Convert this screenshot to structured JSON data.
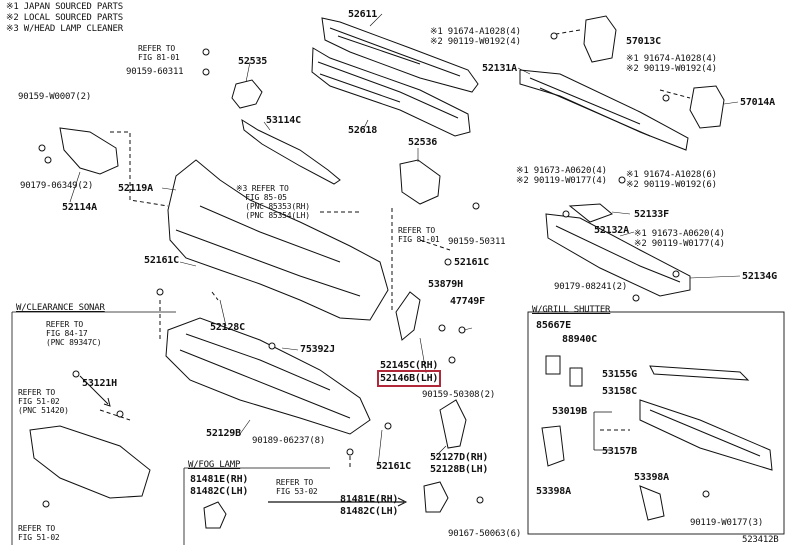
{
  "notes": [
    "※1 JAPAN SOURCED PARTS",
    "※2 LOCAL SOURCED PARTS",
    "※3 W/HEAD LAMP CLEANER"
  ],
  "labels": {
    "p52611": "52611",
    "p52618": "52618",
    "p52535": "52535",
    "p53114C": "53114C",
    "p52536": "52536",
    "p52131A": "52131A",
    "p57013C": "57013C",
    "p57014A": "57014A",
    "p52133F": "52133F",
    "p52132A": "52132A",
    "p52134G": "52134G",
    "p52119A": "52119A",
    "p52114A": "52114A",
    "p52161C_a": "52161C",
    "p52161C_b": "52161C",
    "p52161C_c": "52161C",
    "p52128C": "52128C",
    "p53879H": "53879H",
    "p47749F": "47749F",
    "p75392J": "75392J",
    "p52145C": "52145C(RH)",
    "p52146B": "52146B(LH)",
    "p53121H": "53121H",
    "p52129B": "52129B",
    "p52127D": "52127D(RH)",
    "p52128B": "52128B(LH)",
    "p85667E": "85667E",
    "p88940C": "88940C",
    "p53155G": "53155G",
    "p53158C": "53158C",
    "p53019B": "53019B",
    "p53157B": "53157B",
    "p53398A_a": "53398A",
    "p53398A_b": "53398A",
    "p81481E_a": "81481E(RH)",
    "p81482C_a": "81482C(LH)",
    "p81481E_b": "81481E(RH)",
    "p81482C_b": "81482C(LH)",
    "f90159_60311": "90159-60311",
    "f90159_W0007": "90159-W0007(2)",
    "f90179_06349": "90179-06349(2)",
    "f91674_A1028_a": "※1 91674-A1028(4)",
    "f290119_W0192_a": "※2 90119-W0192(4)",
    "f91674_A1028_b": "※1 91674-A1028(4)",
    "f290119_W0192_b": "※2 90119-W0192(4)",
    "f91673_A0620_a": "※1 91673-A0620(4)",
    "f290119_W0177_a": "※2 90119-W0177(4)",
    "f91674_A1028_c": "※1 91674-A1028(6)",
    "f290119_W0192_c": "※2 90119-W0192(6)",
    "f91673_A0620_b": "※1 91673-A0620(4)",
    "f290119_W0177_b": "※2 90119-W0177(4)",
    "f90159_50311": "90159-50311",
    "f90179_08241": "90179-08241(2)",
    "f90159_50308": "90159-50308(2)",
    "f90189_06237": "90189-06237(8)",
    "f90167_50063": "90167-50063(6)",
    "f90119_W0177": "90119-W0177(3)"
  },
  "refs": {
    "r1": "REFER TO\nFIG 81-01",
    "r2": "※3 REFER TO\n  FIG 85-05\n  (PNC 85353(RH)\n  (PNC 85354(LH)",
    "r3": "REFER TO\nFIG 81-01",
    "r4": "REFER TO\nFIG 84-17\n(PNC 89347C)",
    "r5": "REFER TO\nFIG 51-02\n(PNC 51420)",
    "r6": "REFER TO\nFIG 51-02",
    "r7": "REFER TO\nFIG 53-02"
  },
  "groups": {
    "clearance": "W/CLEARANCE SONAR",
    "grill": "W/GRILL SHUTTER",
    "foglamp": "W/FOG LAMP"
  },
  "code": "523412B"
}
